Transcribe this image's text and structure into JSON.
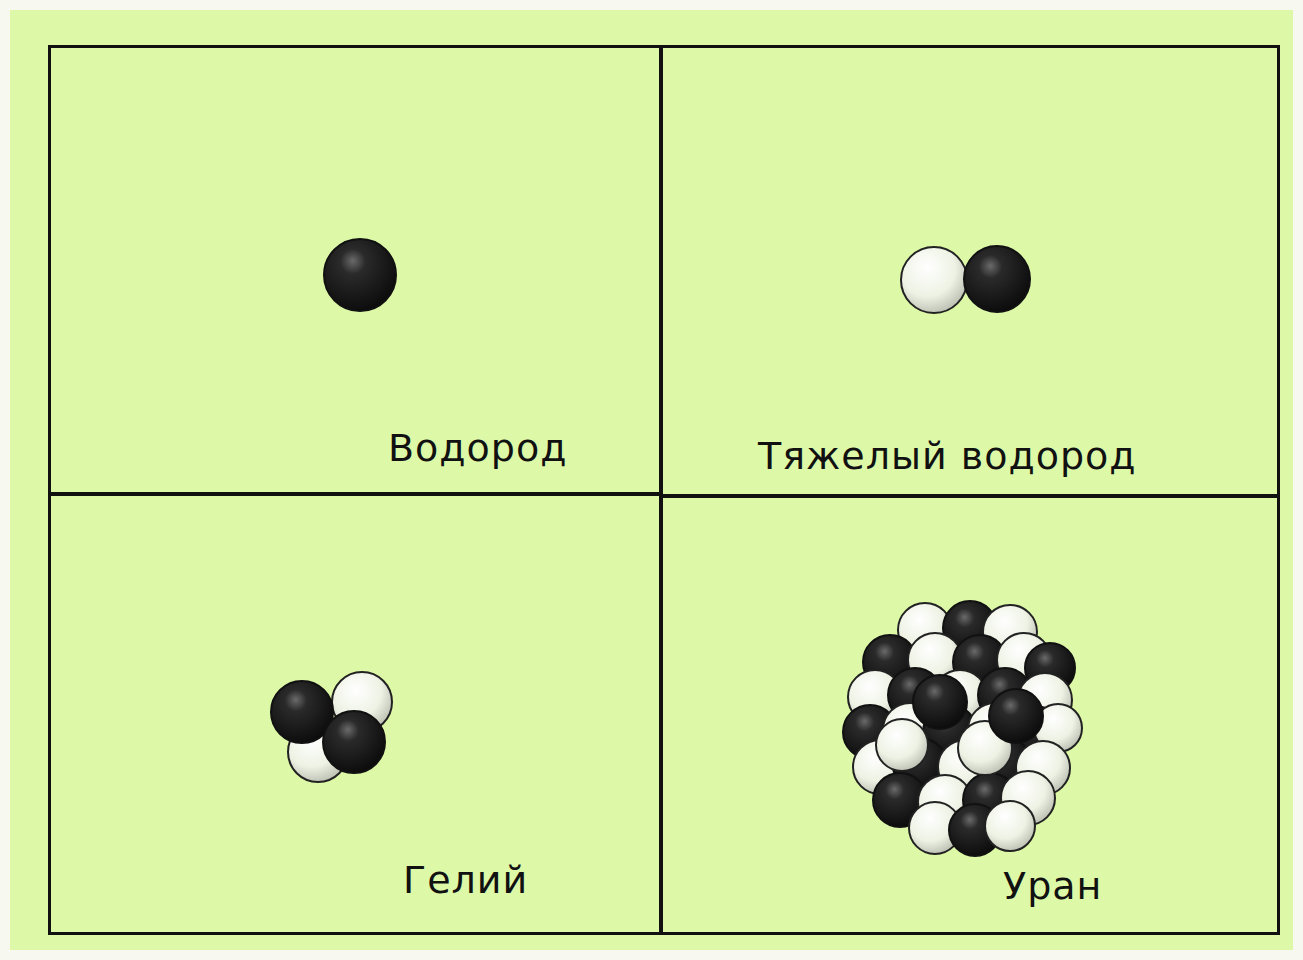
{
  "diagram": {
    "nodes": [
      {
        "text": [
          "Водород"
        ]
      },
      {
        "text": [
          "Тяжелый водород"
        ]
      },
      {
        "text": [
          "Гелий"
        ]
      },
      {
        "text": [
          "Уран"
        ]
      }
    ]
  }
}
